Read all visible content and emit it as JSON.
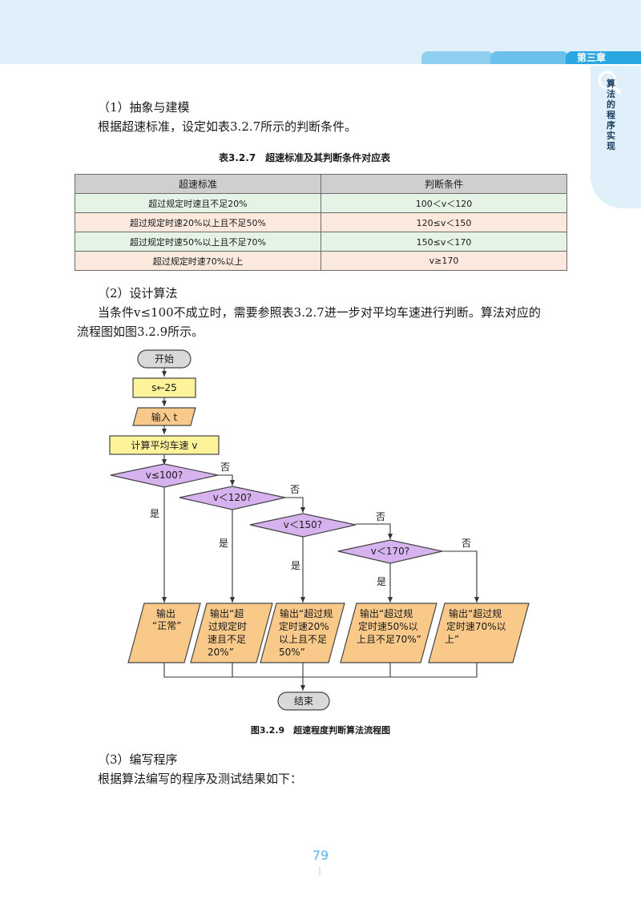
{
  "header": {
    "chapter": "第三章"
  },
  "side_tab": {
    "title": "算法的程序实现",
    "icon": "magnifier-icon"
  },
  "sections": {
    "s1_title": "（1）抽象与建模",
    "s1_body": "根据超速标准，设定如表3.2.7所示的判断条件。",
    "table_caption": "表3.2.7　超速标准及其判断条件对应表",
    "s2_title": "（2）设计算法",
    "s2_body_line1": "当条件v≤100不成立时，需要参照表3.2.7进一步对平均车速进行判断。算法对应的",
    "s2_body_line2": "流程图如图3.2.9所示。",
    "figure_caption": "图3.2.9　超速程度判断算法流程图",
    "s3_title": "（3）编写程序",
    "s3_body": "根据算法编写的程序及测试结果如下："
  },
  "table": {
    "headers": [
      "超速标准",
      "判断条件"
    ],
    "rows": [
      [
        "超过规定时速且不足20%",
        "100＜v＜120"
      ],
      [
        "超过规定时速20%以上且不足50%",
        "120≤v＜150"
      ],
      [
        "超过规定时速50%以上且不足70%",
        "150≤v＜170"
      ],
      [
        "超过规定时速70%以上",
        "v≥170"
      ]
    ]
  },
  "flowchart": {
    "start": "开始",
    "assign": "s←25",
    "input": "输入 t",
    "compute": "计算平均车速 v",
    "conditions": [
      "v≤100?",
      "v＜120?",
      "v＜150?",
      "v＜170?"
    ],
    "yes": "是",
    "no": "否",
    "outputs": [
      [
        "输出",
        "“正常”"
      ],
      [
        "输出“超",
        "过规定时",
        "速且不足",
        "20%”"
      ],
      [
        "输出“超过规",
        "定时速20%",
        "以上且不足",
        "50%”"
      ],
      [
        "输出“超过规",
        "定时速50%以",
        "上且不足70%”"
      ],
      [
        "输出“超过规",
        "定时速70%以",
        "上”"
      ]
    ],
    "end": "结束",
    "colors": {
      "terminal": "#d9d9d9",
      "process": "#fdf39a",
      "io": "#f9c98a",
      "decision": "#d6b2ee"
    }
  },
  "page_number": "79"
}
